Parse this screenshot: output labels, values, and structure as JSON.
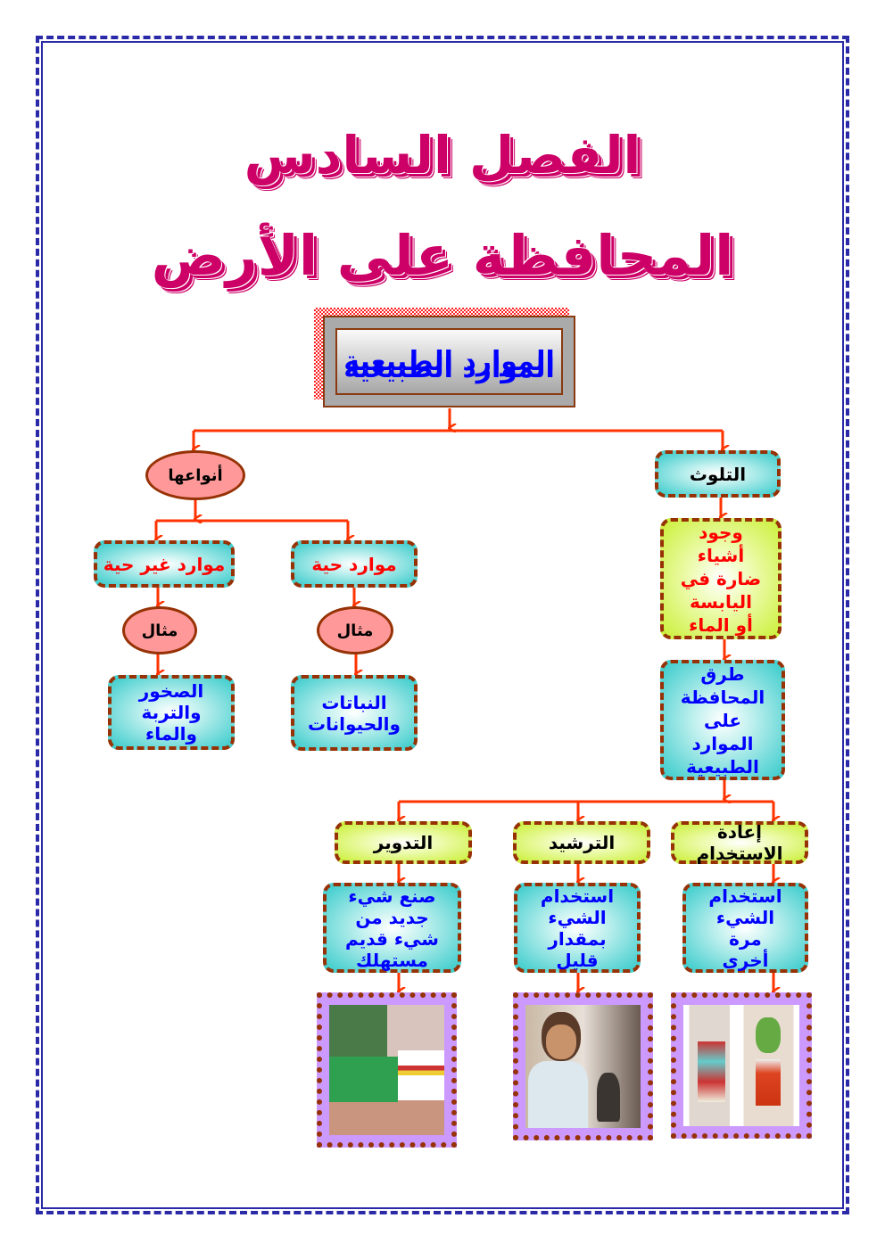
{
  "titles": {
    "chapter": "الفصل السادس",
    "lesson": "المحافظة على الأرض"
  },
  "main_concept": "الموارد الطبيعية",
  "left_branch": {
    "types": "أنواعها",
    "living": {
      "label": "موارد حية",
      "example": "مثال",
      "items": "النباتات والحيوانات"
    },
    "nonliving": {
      "label": "موارد غير حية",
      "example": "مثال",
      "items": "الصخور والتربة والماء"
    }
  },
  "right_branch": {
    "pollution": "التلوث",
    "pollution_def": "وجود أشياء ضارة في اليابسة أو الماء",
    "conservation": "طرق المحافظة على الموارد الطبيعية",
    "methods": [
      {
        "label": "إعادة الاستخدام",
        "desc": "استخدام الشيء مرة أخرى",
        "image": "reused-jars-photo"
      },
      {
        "label": "الترشيد",
        "desc": "استخدام الشيء بمقدار قليل",
        "image": "girl-brushing-teeth-photo"
      },
      {
        "label": "التدوير",
        "desc": "صنع شيء جديد من شيء قديم مستهلك",
        "image": "recycled-bottles-photo"
      }
    ]
  },
  "colors": {
    "title": "#cc0066",
    "arrow": "#ff3300",
    "border": "#963205",
    "page_frame": "#2a2aa8"
  }
}
